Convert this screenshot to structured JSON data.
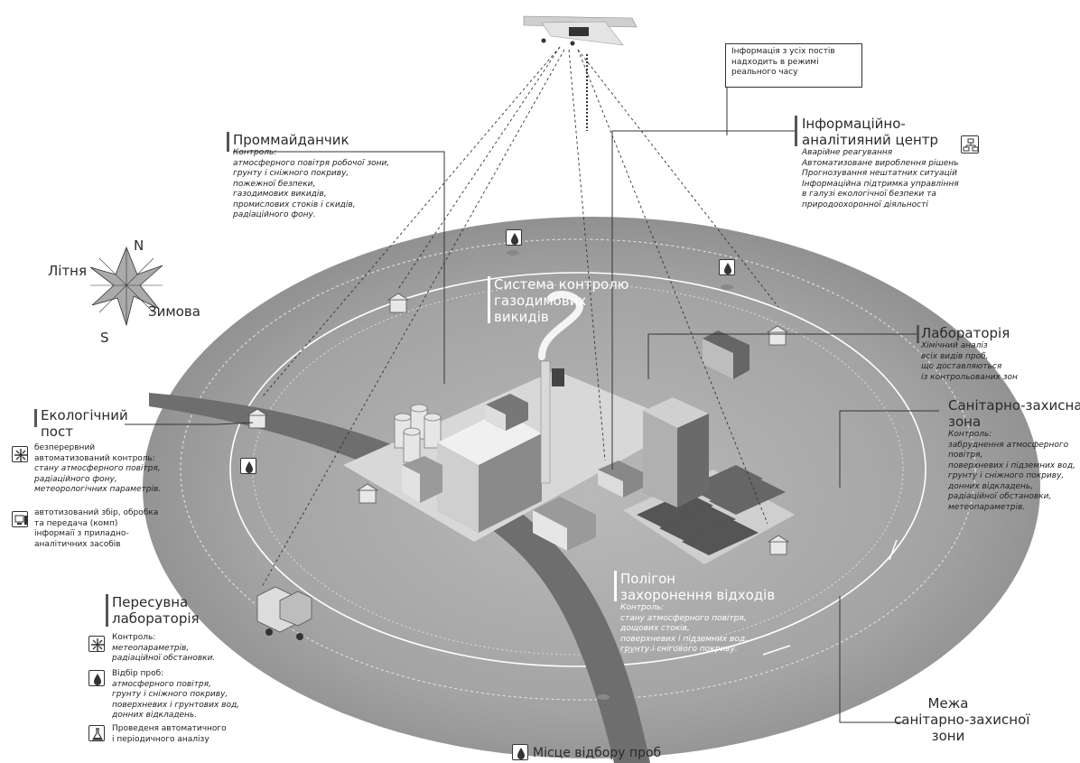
{
  "info_box": {
    "lines": [
      "Інформація з усіх постів",
      "надходить в режимі",
      "реального часу"
    ]
  },
  "prommaidanchyk": {
    "title": "Проммайданчик",
    "subtitle": "Контроль:",
    "lines": [
      "атмосферного повітря робочої зони,",
      "грунту і сніжного покриву,",
      "пожежної безпеки,",
      "газодимових викидів,",
      "промислових стоків і скидів,",
      "радіаційного фону."
    ]
  },
  "info_center": {
    "title_lines": [
      "Інформаційно-",
      "аналітияний центр"
    ],
    "lines": [
      "Аварійне реагування",
      "Автоматизоване вироблення рішень",
      "Прогнозування нештатних ситуацій",
      "Інформаційна підтримка управління",
      "в галузі екологічної безпеки та",
      "природоохоронної діяльності"
    ]
  },
  "wind_rose": {
    "north": "N",
    "south": "S",
    "summer": "Літня",
    "winter": "Зимова"
  },
  "emission_system": {
    "title_lines": [
      "Система контролю",
      "газодимових",
      "викидів"
    ]
  },
  "laboratory": {
    "title": "Лабораторія",
    "lines": [
      "Хімічний аналіз",
      "всіх видів проб,",
      "що доставляються",
      "із контрольованих зон"
    ]
  },
  "eco_post": {
    "title_lines": [
      "Екологічний",
      "пост"
    ],
    "item1_lines": [
      "безперервний",
      "автоматизований контроль:"
    ],
    "item1_italic": [
      "стану атмосферного повітря,",
      "радіаційного фону,",
      "метеорологічних параметрів."
    ],
    "item2_lines": [
      "автотизований збір, обробка",
      "та передача (комп)",
      "інформаії з приладно-",
      "аналітичних засобів"
    ]
  },
  "sanitary_zone": {
    "title_lines": [
      "Санітарно-захисна",
      "зона"
    ],
    "subtitle": "Контроль:",
    "lines": [
      "забруднення атмосферного",
      "повітря,",
      "поверхневих і підземних вод,",
      "грунту і сніжного покриву,",
      "донних відкладень,",
      "радіаційної обстановки,",
      "метеопараметрів."
    ]
  },
  "landfill": {
    "title_lines": [
      "Полігон",
      "захоронення відходів"
    ],
    "subtitle": "Контроль:",
    "lines": [
      "стану атмосферного повітря,",
      "дощових стоків,",
      "поверхневих і підземних вод,",
      "грунту і снігового покриву."
    ]
  },
  "mobile_lab": {
    "title_lines": [
      "Пересувна",
      "лабораторія"
    ],
    "item1_title": "Контроль:",
    "item1_lines": [
      "метеопараметрів,",
      "радіаційної обстановки."
    ],
    "item2_title": "Відбір проб:",
    "item2_lines": [
      "атмосферного повітря,",
      "грунту і сніжного покриву,",
      "поверхневих і грунтових вод,",
      "донних відкладень."
    ],
    "item3_lines": [
      "Проведеня автоматичного",
      "і періодичного аналізу"
    ]
  },
  "zone_boundary": {
    "title_lines": [
      "Межа",
      "санітарно-захисної",
      "зони"
    ]
  },
  "sampling_place": {
    "label": "Місце відбору проб"
  },
  "colors": {
    "ellipse_outer": "#8f8f8f",
    "ellipse_inner": "#a3a3a3",
    "road": "#6f6f6f",
    "text": "#222222"
  }
}
